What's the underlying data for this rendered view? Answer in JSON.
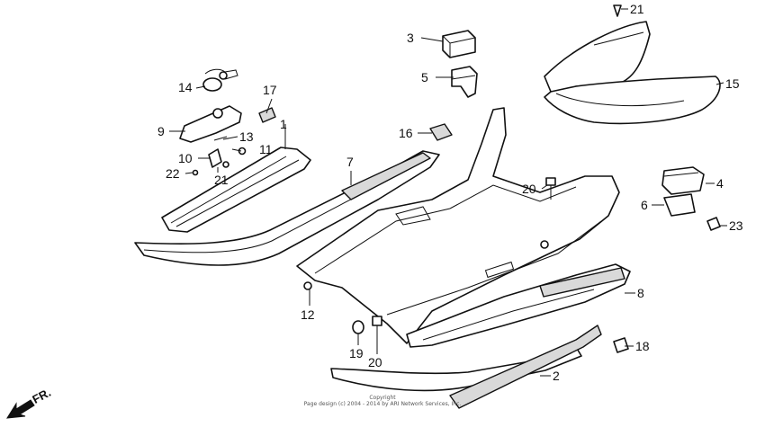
{
  "callouts": [
    {
      "id": "1",
      "label": "1"
    },
    {
      "id": "2",
      "label": "2"
    },
    {
      "id": "3",
      "label": "3"
    },
    {
      "id": "4",
      "label": "4"
    },
    {
      "id": "5",
      "label": "5"
    },
    {
      "id": "6",
      "label": "6"
    },
    {
      "id": "7",
      "label": "7"
    },
    {
      "id": "8",
      "label": "8"
    },
    {
      "id": "9",
      "label": "9"
    },
    {
      "id": "10",
      "label": "10"
    },
    {
      "id": "11",
      "label": "11"
    },
    {
      "id": "12",
      "label": "12"
    },
    {
      "id": "13",
      "label": "13"
    },
    {
      "id": "14",
      "label": "14"
    },
    {
      "id": "15",
      "label": "15"
    },
    {
      "id": "16",
      "label": "16"
    },
    {
      "id": "17",
      "label": "17"
    },
    {
      "id": "18",
      "label": "18"
    },
    {
      "id": "19",
      "label": "19"
    },
    {
      "id": "20a",
      "label": "20"
    },
    {
      "id": "20b",
      "label": "20"
    },
    {
      "id": "21a",
      "label": "21"
    },
    {
      "id": "21b",
      "label": "21"
    },
    {
      "id": "22",
      "label": "22"
    },
    {
      "id": "23",
      "label": "23"
    }
  ],
  "direction_label": "FR.",
  "copyright": {
    "line1": "Copyright",
    "line2": "Page design (c) 2004 - 2014 by ARI Network Services, Inc."
  }
}
